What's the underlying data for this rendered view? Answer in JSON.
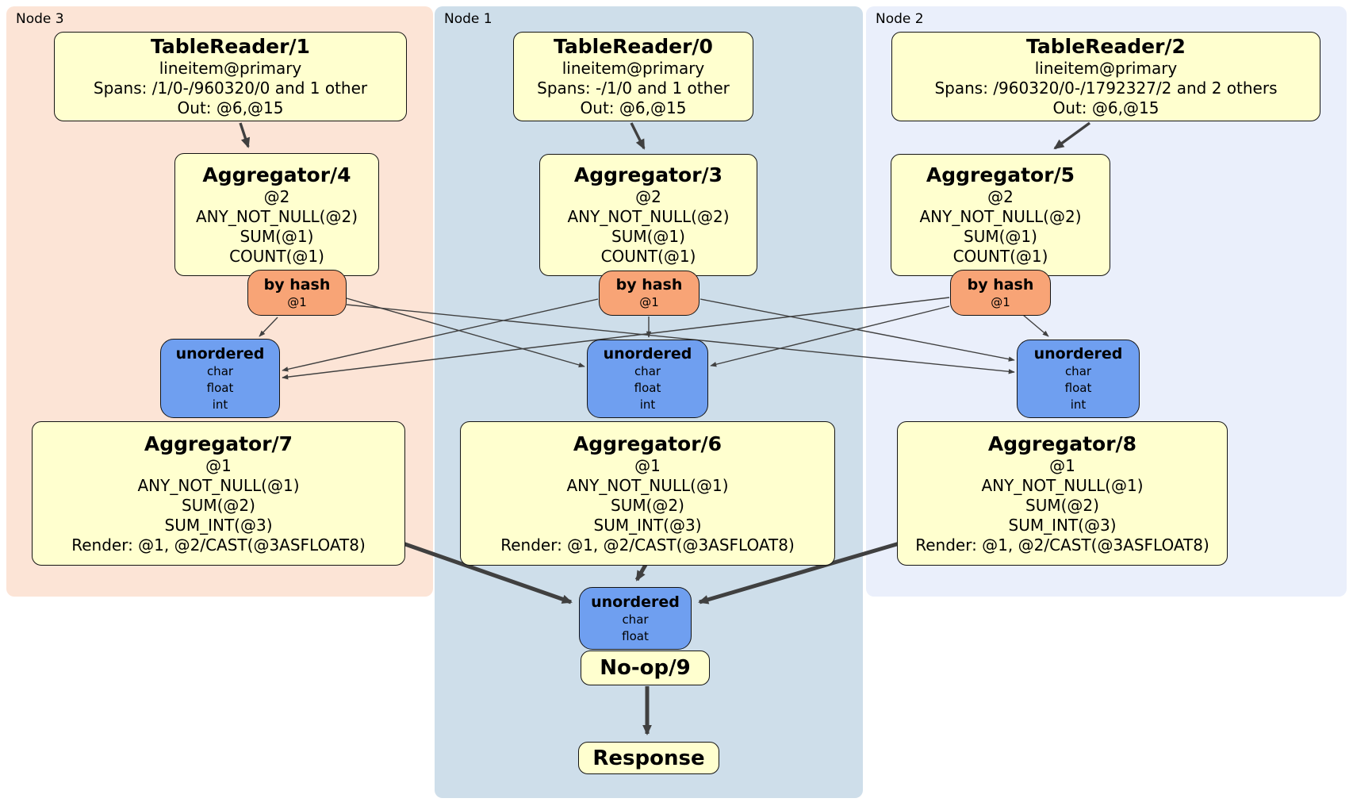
{
  "groups": {
    "node3": {
      "label": "Node 3"
    },
    "node1": {
      "label": "Node 1"
    },
    "node2": {
      "label": "Node 2"
    }
  },
  "processors": {
    "tablereader1": {
      "title": "TableReader/1",
      "lines": [
        "lineitem@primary",
        "Spans: /1/0-/960320/0 and 1 other",
        "Out: @6,@15"
      ]
    },
    "tablereader0": {
      "title": "TableReader/0",
      "lines": [
        "lineitem@primary",
        "Spans: -/1/0 and 1 other",
        "Out: @6,@15"
      ]
    },
    "tablereader2": {
      "title": "TableReader/2",
      "lines": [
        "lineitem@primary",
        "Spans: /960320/0-/1792327/2 and 2 others",
        "Out: @6,@15"
      ]
    },
    "aggregator4": {
      "title": "Aggregator/4",
      "lines": [
        "@2",
        "ANY_NOT_NULL(@2)",
        "SUM(@1)",
        "COUNT(@1)"
      ]
    },
    "aggregator3": {
      "title": "Aggregator/3",
      "lines": [
        "@2",
        "ANY_NOT_NULL(@2)",
        "SUM(@1)",
        "COUNT(@1)"
      ]
    },
    "aggregator5": {
      "title": "Aggregator/5",
      "lines": [
        "@2",
        "ANY_NOT_NULL(@2)",
        "SUM(@1)",
        "COUNT(@1)"
      ]
    },
    "aggregator7": {
      "title": "Aggregator/7",
      "lines": [
        "@1",
        "ANY_NOT_NULL(@1)",
        "SUM(@2)",
        "SUM_INT(@3)",
        "Render: @1, @2/CAST(@3ASFLOAT8)"
      ]
    },
    "aggregator6": {
      "title": "Aggregator/6",
      "lines": [
        "@1",
        "ANY_NOT_NULL(@1)",
        "SUM(@2)",
        "SUM_INT(@3)",
        "Render: @1, @2/CAST(@3ASFLOAT8)"
      ]
    },
    "aggregator8": {
      "title": "Aggregator/8",
      "lines": [
        "@1",
        "ANY_NOT_NULL(@1)",
        "SUM(@2)",
        "SUM_INT(@3)",
        "Render: @1, @2/CAST(@3ASFLOAT8)"
      ]
    },
    "noop9": {
      "title": "No-op/9"
    },
    "response": {
      "title": "Response"
    }
  },
  "routers": {
    "hash_node3": {
      "title": "by hash",
      "lines": [
        "@1"
      ]
    },
    "hash_node1": {
      "title": "by hash",
      "lines": [
        "@1"
      ]
    },
    "hash_node2": {
      "title": "by hash",
      "lines": [
        "@1"
      ]
    }
  },
  "syncs": {
    "unordered_node3": {
      "title": "unordered",
      "lines": [
        "char",
        "float",
        "int"
      ]
    },
    "unordered_node1": {
      "title": "unordered",
      "lines": [
        "char",
        "float",
        "int"
      ]
    },
    "unordered_node2": {
      "title": "unordered",
      "lines": [
        "char",
        "float",
        "int"
      ]
    },
    "unordered_final": {
      "title": "unordered",
      "lines": [
        "char",
        "float"
      ]
    }
  },
  "colors": {
    "processor_fill": "#ffffcf",
    "router_fill": "#f8a476",
    "sync_fill": "#6f9ff0",
    "node3_bg": "#fce4d6",
    "node1_bg": "#cedeea",
    "node2_bg": "#eaeffb",
    "edge": "#404040"
  }
}
